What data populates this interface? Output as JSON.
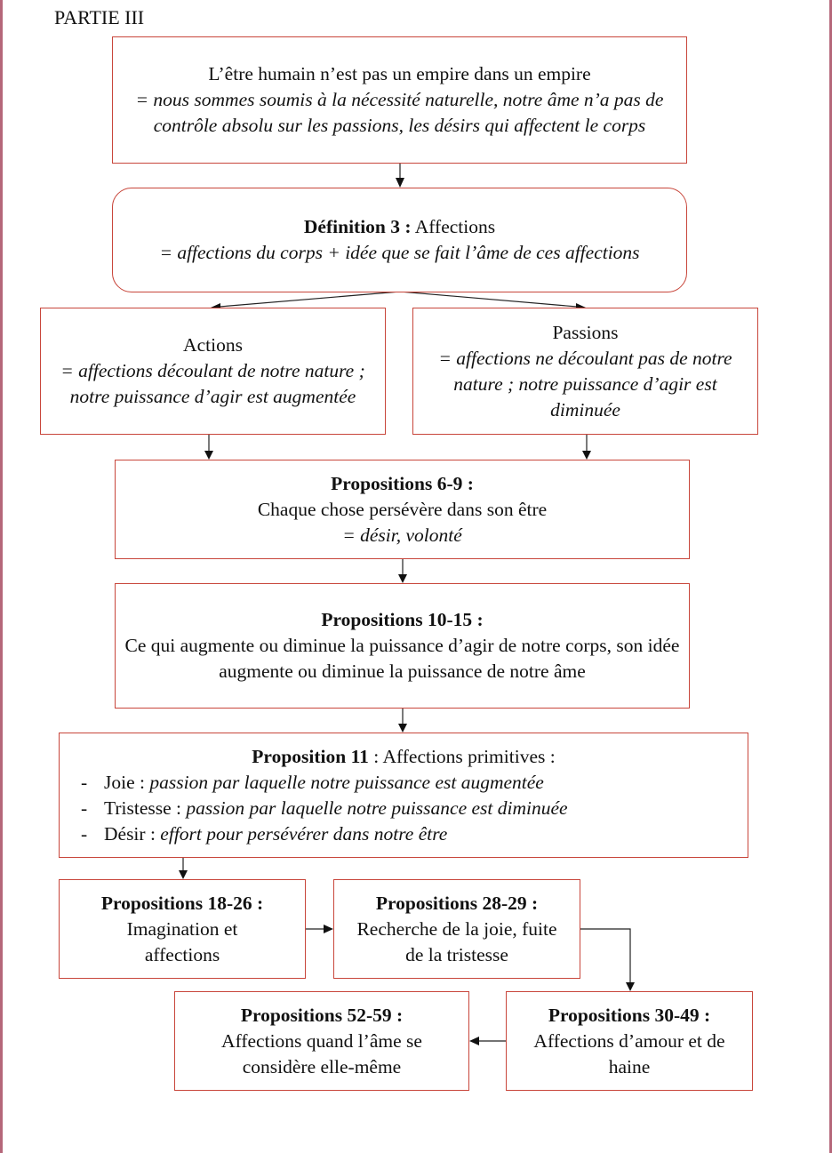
{
  "part_title": "PARTIE III",
  "box_intro": {
    "line1": "L’être humain n’est pas un empire dans un empire",
    "line2": "= nous sommes soumis à la nécessité naturelle, notre âme n’a pas de contrôle absolu sur les passions, les désirs qui affectent le corps"
  },
  "box_def3": {
    "title": "Définition 3 :",
    "title_rest": " Affections",
    "body": "= affections du corps + idée que se fait l’âme de ces affections"
  },
  "box_actions": {
    "title": "Actions",
    "body": "= affections découlant de notre nature ; notre puissance d’agir est augmentée"
  },
  "box_passions": {
    "title": "Passions",
    "body": "= affections ne découlant pas de notre nature ; notre puissance d’agir est diminuée"
  },
  "box_prop6": {
    "title": "Propositions 6-9 :",
    "line1": "Chaque chose persévère dans son être",
    "line2": "= désir, volonté"
  },
  "box_prop10": {
    "title": "Propositions 10-15 :",
    "body": "Ce qui augmente ou diminue la puissance d’agir de notre corps, son idée augmente ou diminue la puissance de notre âme"
  },
  "box_prop11": {
    "title": "Proposition 11",
    "title_rest": " : Affections primitives :",
    "items": [
      {
        "dash": "-",
        "label": "Joie : ",
        "desc": "passion par laquelle notre puissance est augmentée"
      },
      {
        "dash": "-",
        "label": "Tristesse : ",
        "desc": "passion par laquelle notre puissance est diminuée"
      },
      {
        "dash": "-",
        "label": "Désir : ",
        "desc": "effort pour persévérer dans notre être"
      }
    ]
  },
  "box_prop18": {
    "title": "Propositions 18-26 :",
    "body": "Imagination et affections"
  },
  "box_prop28": {
    "title": "Propositions 28-29 :",
    "body": "Recherche de la joie, fuite de la tristesse"
  },
  "box_prop30": {
    "title": "Propositions 30-49 :",
    "body": "Affections d’amour et de haine"
  },
  "box_prop52": {
    "title": "Propositions 52-59 :",
    "body": "Affections quand l’âme se considère elle-même"
  }
}
